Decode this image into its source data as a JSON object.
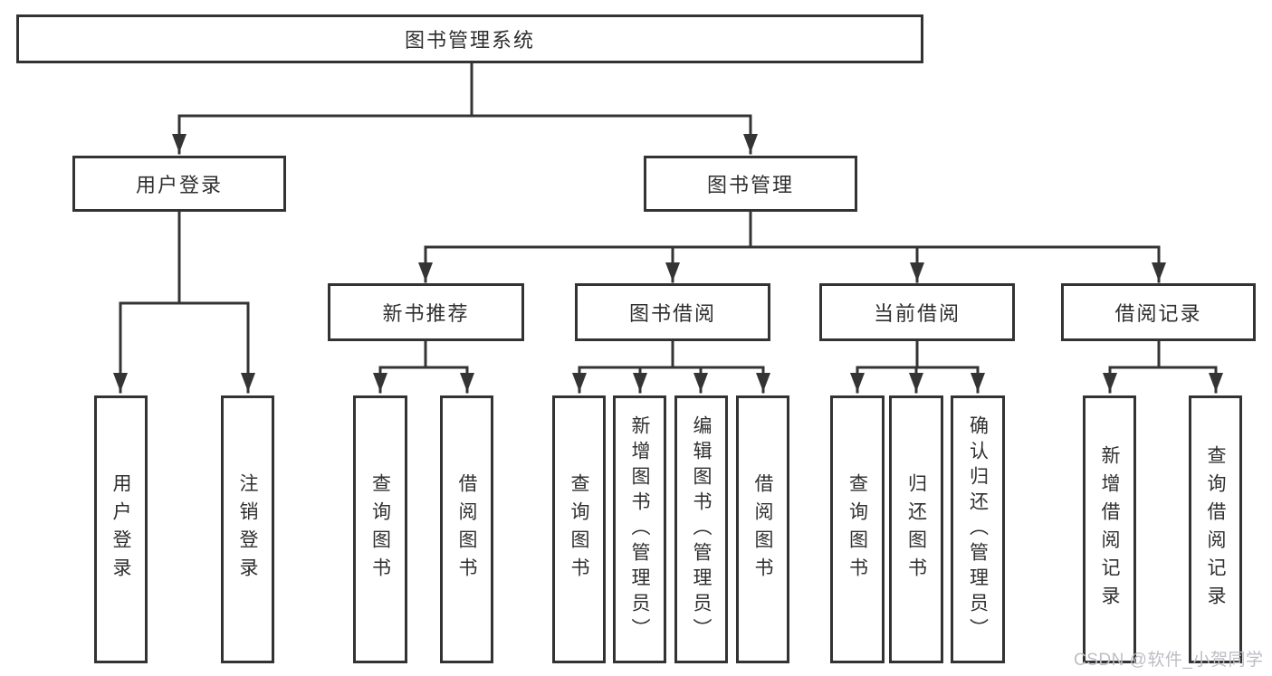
{
  "diagram_title": "图书管理系统",
  "tree": {
    "label": "图书管理系统",
    "children": [
      {
        "label": "用户登录",
        "children": [
          {
            "label": "用户登录"
          },
          {
            "label": "注销登录"
          }
        ]
      },
      {
        "label": "图书管理",
        "children": [
          {
            "label": "新书推荐",
            "children": [
              {
                "label": "查询图书"
              },
              {
                "label": "借阅图书"
              }
            ]
          },
          {
            "label": "图书借阅",
            "children": [
              {
                "label": "查询图书"
              },
              {
                "label": "新增图书（管理员）"
              },
              {
                "label": "编辑图书（管理员）"
              },
              {
                "label": "借阅图书"
              }
            ]
          },
          {
            "label": "当前借阅",
            "children": [
              {
                "label": "查询图书"
              },
              {
                "label": "归还图书"
              },
              {
                "label": "确认归还（管理员）"
              }
            ]
          },
          {
            "label": "借阅记录",
            "children": [
              {
                "label": "新增借阅记录"
              },
              {
                "label": "查询借阅记录"
              }
            ]
          }
        ]
      }
    ]
  },
  "watermark": {
    "text": "CSDN @软件_小贺同学"
  },
  "colors": {
    "line": "#343434",
    "box_border": "#333333",
    "text": "#2f2f2f",
    "background": "#ffffff",
    "watermark": "#bdbec4"
  }
}
